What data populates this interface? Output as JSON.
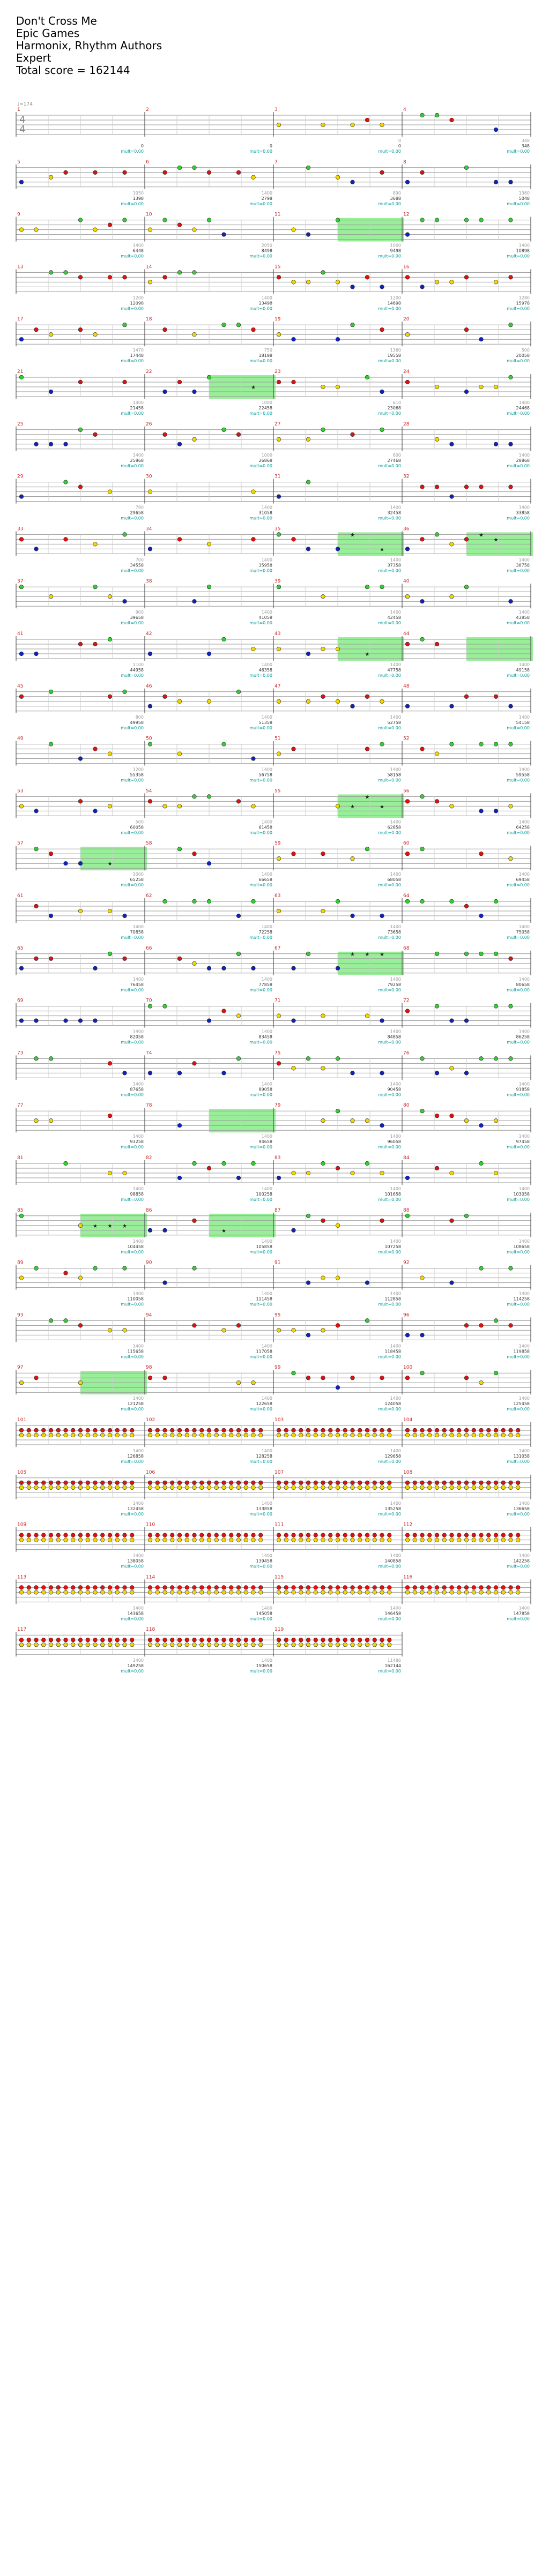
{
  "song": {
    "title": "Don't Cross Me",
    "artist": "Epic Games",
    "charter": "Harmonix, Rhythm Authors",
    "difficulty": "Expert",
    "total_score_label": "Total score = 162144"
  },
  "tempo_label": "♩=174",
  "time_signature": {
    "top": "4",
    "bottom": "4"
  },
  "multiplier_label": "mult=0.00",
  "colors": {
    "green": "#33cc33",
    "red": "#dd1111",
    "yellow": "#f2d600",
    "blue": "#1122bb",
    "orange": "#f08a00",
    "star_power": "#99ee99",
    "measure_number": "#cc2222",
    "beat_score": "#999999",
    "total_score": "#333333",
    "multiplier": "#009a9a"
  },
  "chart_data": {
    "type": "note-chart",
    "lanes": [
      "green",
      "red",
      "yellow",
      "blue",
      "orange"
    ],
    "measures_per_row": 4,
    "measures": [
      {
        "n": 1,
        "score": "0",
        "beat": ""
      },
      {
        "n": 2,
        "score": "0",
        "beat": ""
      },
      {
        "n": 3,
        "score": "0",
        "beat": "0"
      },
      {
        "n": 4,
        "score": "348",
        "beat": "348"
      },
      {
        "n": 5,
        "score": "1398",
        "beat": "1050"
      },
      {
        "n": 6,
        "score": "2798",
        "beat": "1400"
      },
      {
        "n": 7,
        "score": "3688",
        "beat": "890"
      },
      {
        "n": 8,
        "score": "5048",
        "beat": "1360"
      },
      {
        "n": 9,
        "score": "6448",
        "beat": "1400"
      },
      {
        "n": 10,
        "score": "8498",
        "beat": "2050"
      },
      {
        "n": 11,
        "score": "9498",
        "beat": "1000"
      },
      {
        "n": 12,
        "score": "10898",
        "beat": "1400"
      },
      {
        "n": 13,
        "score": "12098",
        "beat": "1200"
      },
      {
        "n": 14,
        "score": "13498",
        "beat": "1400"
      },
      {
        "n": 15,
        "score": "14698",
        "beat": "1200"
      },
      {
        "n": 16,
        "score": "15978",
        "beat": "1280"
      },
      {
        "n": 17,
        "score": "17448",
        "beat": "1470"
      },
      {
        "n": 18,
        "score": "18198",
        "beat": "750"
      },
      {
        "n": 19,
        "score": "19558",
        "beat": "1360"
      },
      {
        "n": 20,
        "score": "20058",
        "beat": "500"
      },
      {
        "n": 21,
        "score": "21458",
        "beat": "1400"
      },
      {
        "n": 22,
        "score": "22458",
        "beat": "1000"
      },
      {
        "n": 23,
        "score": "23068",
        "beat": "610"
      },
      {
        "n": 24,
        "score": "24468",
        "beat": "1400"
      },
      {
        "n": 25,
        "score": "25868",
        "beat": "1400"
      },
      {
        "n": 26,
        "score": "26868",
        "beat": "1000"
      },
      {
        "n": 27,
        "score": "27468",
        "beat": "600"
      },
      {
        "n": 28,
        "score": "28868",
        "beat": "1400"
      },
      {
        "n": 29,
        "score": "29658",
        "beat": "790"
      },
      {
        "n": 30,
        "score": "31058",
        "beat": "1400"
      },
      {
        "n": 31,
        "score": "32458",
        "beat": "1400"
      },
      {
        "n": 32,
        "score": "33858",
        "beat": "1400"
      },
      {
        "n": 33,
        "score": "34558",
        "beat": "700"
      },
      {
        "n": 34,
        "score": "35958",
        "beat": "1400"
      },
      {
        "n": 35,
        "score": "37358",
        "beat": "1400"
      },
      {
        "n": 36,
        "score": "38758",
        "beat": "1400"
      },
      {
        "n": 37,
        "score": "39658",
        "beat": "900"
      },
      {
        "n": 38,
        "score": "41058",
        "beat": "1400"
      },
      {
        "n": 39,
        "score": "42458",
        "beat": "1400"
      },
      {
        "n": 40,
        "score": "43858",
        "beat": "1400"
      },
      {
        "n": 41,
        "score": "44958",
        "beat": "1100"
      },
      {
        "n": 42,
        "score": "46358",
        "beat": "1400"
      },
      {
        "n": 43,
        "score": "47758",
        "beat": "1400"
      },
      {
        "n": 44,
        "score": "49158",
        "beat": "1400"
      },
      {
        "n": 45,
        "score": "49958",
        "beat": "800"
      },
      {
        "n": 46,
        "score": "51358",
        "beat": "1400"
      },
      {
        "n": 47,
        "score": "52758",
        "beat": "1400"
      },
      {
        "n": 48,
        "score": "54158",
        "beat": "1400"
      },
      {
        "n": 49,
        "score": "55358",
        "beat": "1200"
      },
      {
        "n": 50,
        "score": "56758",
        "beat": "1400"
      },
      {
        "n": 51,
        "score": "58158",
        "beat": "1400"
      },
      {
        "n": 52,
        "score": "59558",
        "beat": "1400"
      },
      {
        "n": 53,
        "score": "60058",
        "beat": "500"
      },
      {
        "n": 54,
        "score": "61458",
        "beat": "1400"
      },
      {
        "n": 55,
        "score": "62858",
        "beat": "1400"
      },
      {
        "n": 56,
        "score": "64258",
        "beat": "1400"
      },
      {
        "n": 57,
        "score": "65258",
        "beat": "1000"
      },
      {
        "n": 58,
        "score": "66658",
        "beat": "1400"
      },
      {
        "n": 59,
        "score": "68058",
        "beat": "1400"
      },
      {
        "n": 60,
        "score": "69458",
        "beat": "1400"
      },
      {
        "n": 61,
        "score": "70858",
        "beat": "1400"
      },
      {
        "n": 62,
        "score": "72258",
        "beat": "1400"
      },
      {
        "n": 63,
        "score": "73658",
        "beat": "1400"
      },
      {
        "n": 64,
        "score": "75058",
        "beat": "1400"
      },
      {
        "n": 65,
        "score": "76458",
        "beat": "1400"
      },
      {
        "n": 66,
        "score": "77858",
        "beat": "1400"
      },
      {
        "n": 67,
        "score": "79258",
        "beat": "1400"
      },
      {
        "n": 68,
        "score": "80658",
        "beat": "1400"
      },
      {
        "n": 69,
        "score": "82058",
        "beat": "1400"
      },
      {
        "n": 70,
        "score": "83458",
        "beat": "1400"
      },
      {
        "n": 71,
        "score": "84858",
        "beat": "1400"
      },
      {
        "n": 72,
        "score": "86258",
        "beat": "1400"
      },
      {
        "n": 73,
        "score": "87658",
        "beat": "1400"
      },
      {
        "n": 74,
        "score": "89058",
        "beat": "1400"
      },
      {
        "n": 75,
        "score": "90458",
        "beat": "1400"
      },
      {
        "n": 76,
        "score": "91858",
        "beat": "1400"
      },
      {
        "n": 77,
        "score": "93258",
        "beat": "1400"
      },
      {
        "n": 78,
        "score": "94658",
        "beat": "1400"
      },
      {
        "n": 79,
        "score": "96058",
        "beat": "1400"
      },
      {
        "n": 80,
        "score": "97458",
        "beat": "1400"
      },
      {
        "n": 81,
        "score": "98858",
        "beat": "1400"
      },
      {
        "n": 82,
        "score": "100258",
        "beat": "1400"
      },
      {
        "n": 83,
        "score": "101658",
        "beat": "1400"
      },
      {
        "n": 84,
        "score": "103058",
        "beat": "1400"
      },
      {
        "n": 85,
        "score": "104458",
        "beat": "1400"
      },
      {
        "n": 86,
        "score": "105858",
        "beat": "1400"
      },
      {
        "n": 87,
        "score": "107258",
        "beat": "1400"
      },
      {
        "n": 88,
        "score": "108658",
        "beat": "1400"
      },
      {
        "n": 89,
        "score": "110058",
        "beat": "1400"
      },
      {
        "n": 90,
        "score": "111458",
        "beat": "1400"
      },
      {
        "n": 91,
        "score": "112858",
        "beat": "1400"
      },
      {
        "n": 92,
        "score": "114258",
        "beat": "1400"
      },
      {
        "n": 93,
        "score": "115658",
        "beat": "1400"
      },
      {
        "n": 94,
        "score": "117058",
        "beat": "1400"
      },
      {
        "n": 95,
        "score": "118458",
        "beat": "1400"
      },
      {
        "n": 96,
        "score": "119858",
        "beat": "1400"
      },
      {
        "n": 97,
        "score": "121258",
        "beat": "1400"
      },
      {
        "n": 98,
        "score": "122658",
        "beat": "1400"
      },
      {
        "n": 99,
        "score": "124058",
        "beat": "1400"
      },
      {
        "n": 100,
        "score": "125458",
        "beat": "1400"
      },
      {
        "n": 101,
        "score": "126858",
        "beat": "1400"
      },
      {
        "n": 102,
        "score": "128258",
        "beat": "1400"
      },
      {
        "n": 103,
        "score": "129658",
        "beat": "1400"
      },
      {
        "n": 104,
        "score": "131058",
        "beat": "1400"
      },
      {
        "n": 105,
        "score": "132458",
        "beat": "1400"
      },
      {
        "n": 106,
        "score": "133858",
        "beat": "1400"
      },
      {
        "n": 107,
        "score": "135258",
        "beat": "1400"
      },
      {
        "n": 108,
        "score": "136658",
        "beat": "1400"
      },
      {
        "n": 109,
        "score": "138058",
        "beat": "1400"
      },
      {
        "n": 110,
        "score": "139458",
        "beat": "1400"
      },
      {
        "n": 111,
        "score": "140858",
        "beat": "1400"
      },
      {
        "n": 112,
        "score": "142258",
        "beat": "1400"
      },
      {
        "n": 113,
        "score": "143658",
        "beat": "1400"
      },
      {
        "n": 114,
        "score": "145058",
        "beat": "1400"
      },
      {
        "n": 115,
        "score": "146458",
        "beat": "1400"
      },
      {
        "n": 116,
        "score": "147858",
        "beat": "1400"
      },
      {
        "n": 117,
        "score": "149258",
        "beat": "1400"
      },
      {
        "n": 118,
        "score": "150658",
        "beat": "1400"
      },
      {
        "n": 119,
        "score": "162144",
        "beat": "11486"
      }
    ]
  }
}
